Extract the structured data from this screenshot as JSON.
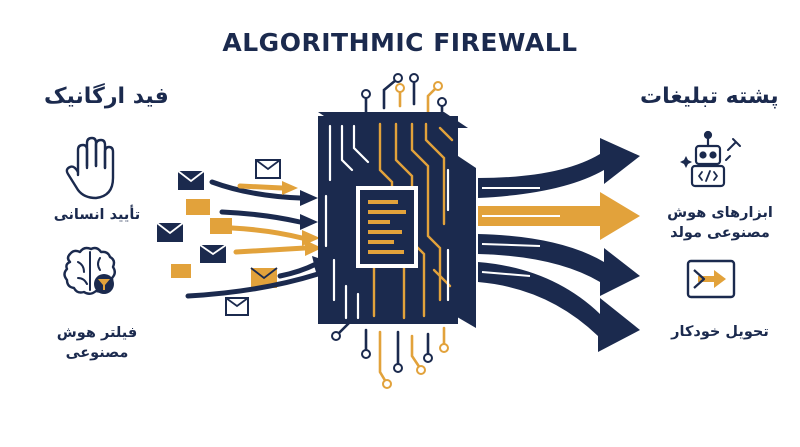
{
  "title": "ALGORITHMIC FIREWALL",
  "left": {
    "heading": "فید ارگانیک",
    "items": [
      {
        "icon": "hand-icon",
        "label_line1": "تأیید انسانی",
        "label_line2": ""
      },
      {
        "icon": "brain-filter-icon",
        "label_line1": "فیلتر هوش",
        "label_line2": "مصنوعی"
      }
    ]
  },
  "right": {
    "heading": "پشته تبلیغات",
    "items": [
      {
        "icon": "robot-icon",
        "label_line1": "ابزارهای هوش",
        "label_line2": "مصنوعی مولد"
      },
      {
        "icon": "automation-arrow-icon",
        "label_line1": "تحویل خودکار",
        "label_line2": ""
      }
    ]
  },
  "colors": {
    "navy": "#1b2a4e",
    "gold": "#e2a23b",
    "background": "#ffffff"
  }
}
